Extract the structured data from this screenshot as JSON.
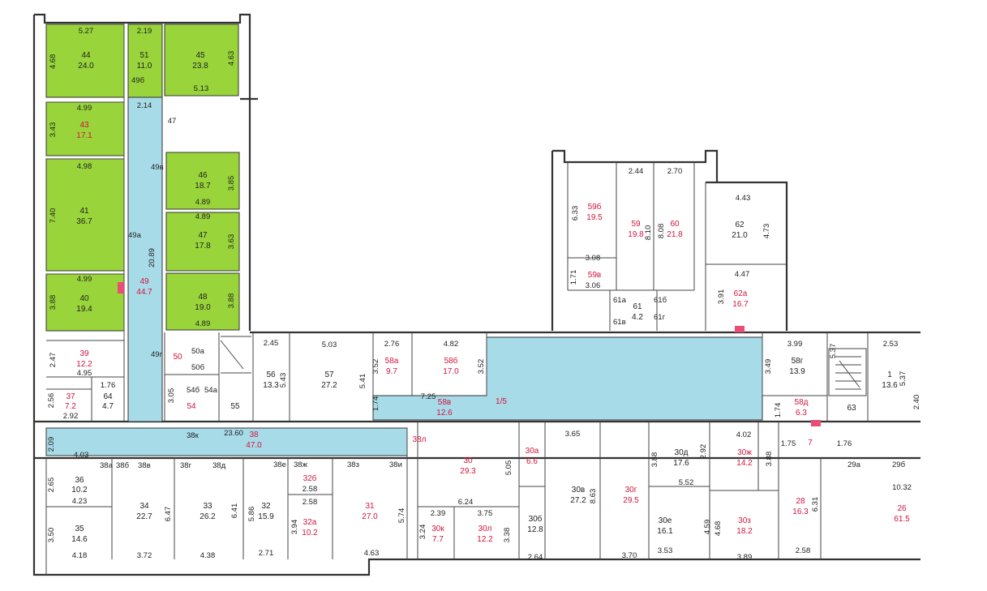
{
  "colors": {
    "rented": "#98d43a",
    "corridor": "#a8dbe8",
    "label_red": "#d2143c",
    "label_black": "#222222",
    "wall": "#333333"
  },
  "rooms": [
    {
      "id": "44",
      "area": "24.0",
      "red": false
    },
    {
      "id": "51",
      "area": "11.0",
      "red": false
    },
    {
      "id": "45",
      "area": "23.8",
      "red": false
    },
    {
      "id": "43",
      "area": "17.1",
      "red": true
    },
    {
      "id": "46",
      "area": "18.7",
      "red": false
    },
    {
      "id": "41",
      "area": "36.7",
      "red": false
    },
    {
      "id": "47",
      "area": "17.8",
      "red": false
    },
    {
      "id": "49",
      "area": "44.7",
      "red": true
    },
    {
      "id": "40",
      "area": "19.4",
      "red": false
    },
    {
      "id": "48",
      "area": "19.0",
      "red": false
    },
    {
      "id": "39",
      "area": "12.2",
      "red": true
    },
    {
      "id": "37",
      "area": "7.2",
      "red": true
    },
    {
      "id": "64",
      "area": "4.7",
      "red": false
    },
    {
      "id": "56",
      "area": "13.3",
      "red": false
    },
    {
      "id": "57",
      "area": "27.2",
      "red": false
    },
    {
      "id": "58а",
      "area": "9.7",
      "red": true
    },
    {
      "id": "58б",
      "area": "17.0",
      "red": true
    },
    {
      "id": "58в",
      "area": "12.6",
      "red": true
    },
    {
      "id": "58г",
      "area": "13.9",
      "red": false
    },
    {
      "id": "58д",
      "area": "6.3",
      "red": true
    },
    {
      "id": "1",
      "area": "13.6",
      "red": false
    },
    {
      "id": "59б",
      "area": "19.5",
      "red": true
    },
    {
      "id": "59",
      "area": "19.8",
      "red": true
    },
    {
      "id": "60",
      "area": "21.8",
      "red": true
    },
    {
      "id": "62",
      "area": "21.0",
      "red": false
    },
    {
      "id": "62а",
      "area": "16.7",
      "red": true
    },
    {
      "id": "61",
      "area": "4.2",
      "red": false
    },
    {
      "id": "38",
      "area": "47.0",
      "red": true
    },
    {
      "id": "36",
      "area": "10.2",
      "red": false
    },
    {
      "id": "35",
      "area": "14.6",
      "red": false
    },
    {
      "id": "34",
      "area": "22.7",
      "red": false
    },
    {
      "id": "33",
      "area": "26.2",
      "red": false
    },
    {
      "id": "32",
      "area": "15.9",
      "red": false
    },
    {
      "id": "32а",
      "area": "10.2",
      "red": true
    },
    {
      "id": "31",
      "area": "27.0",
      "red": true
    },
    {
      "id": "30",
      "area": "29.3",
      "red": true
    },
    {
      "id": "30а",
      "area": "6.6",
      "red": true
    },
    {
      "id": "30к",
      "area": "7.7",
      "red": true
    },
    {
      "id": "30л",
      "area": "12.2",
      "red": true
    },
    {
      "id": "30б",
      "area": "12.8",
      "red": false
    },
    {
      "id": "30в",
      "area": "27.2",
      "red": false
    },
    {
      "id": "30г",
      "area": "29.5",
      "red": true
    },
    {
      "id": "30д",
      "area": "17.6",
      "red": false
    },
    {
      "id": "30ж",
      "area": "14.2",
      "red": true
    },
    {
      "id": "30е",
      "area": "16.1",
      "red": false
    },
    {
      "id": "30з",
      "area": "18.2",
      "red": true
    },
    {
      "id": "28",
      "area": "16.3",
      "red": true
    },
    {
      "id": "26",
      "area": "61.5",
      "red": true
    }
  ],
  "single_labels": [
    "50",
    "54",
    "55",
    "63",
    "7",
    "1/5",
    "32б",
    "38л",
    "49б",
    "49в",
    "49а",
    "49г",
    "50а",
    "50б",
    "54б",
    "54а",
    "38а",
    "38б",
    "38в",
    "38г",
    "38д",
    "38е",
    "38ж",
    "38з",
    "38и",
    "38к",
    "61а",
    "61б",
    "61в",
    "61г",
    "29а",
    "29б",
    "59в"
  ],
  "dimensions": [
    "5.27",
    "2.19",
    "4.68",
    "4.63",
    "5.13",
    "2.14",
    "4.99",
    "3.43",
    "4.98",
    "7.40",
    "3.85",
    "4.89",
    "4.89",
    "3.63",
    "20.89",
    "4.99",
    "3.88",
    "3.88",
    "4.89",
    "2.47",
    "4.95",
    "1.76",
    "2.56",
    "2.92",
    "2.45",
    "5.43",
    "5.03",
    "2.76",
    "3.52",
    "4.82",
    "3.52",
    "5.41",
    "7.25",
    "1.74",
    "3.05",
    "23.60",
    "2.09",
    "4.03",
    "2.65",
    "4.23",
    "3.50",
    "4.18",
    "6.47",
    "3.72",
    "6.41",
    "4.38",
    "5.86",
    "2.71",
    "2.58",
    "2.58",
    "3.94",
    "5.74",
    "4.63",
    "5.05",
    "6.24",
    "2.39",
    "3.75",
    "3.24",
    "3.38",
    "2.64",
    "3.65",
    "8.63",
    "3.70",
    "3.88",
    "2.92",
    "5.52",
    "4.59",
    "4.68",
    "3.53",
    "3.89",
    "4.02",
    "3.88",
    "1.75",
    "1.76",
    "6.31",
    "2.58",
    "10.32",
    "6.33",
    "2.44",
    "2.70",
    "3.08",
    "3.06",
    "8.10",
    "8.08",
    "1.71",
    "4.43",
    "4.73",
    "4.47",
    "3.91",
    "3.99",
    "3.49",
    "1.74",
    "5.37",
    "2.53",
    "5.37",
    "2.40",
    "47"
  ]
}
